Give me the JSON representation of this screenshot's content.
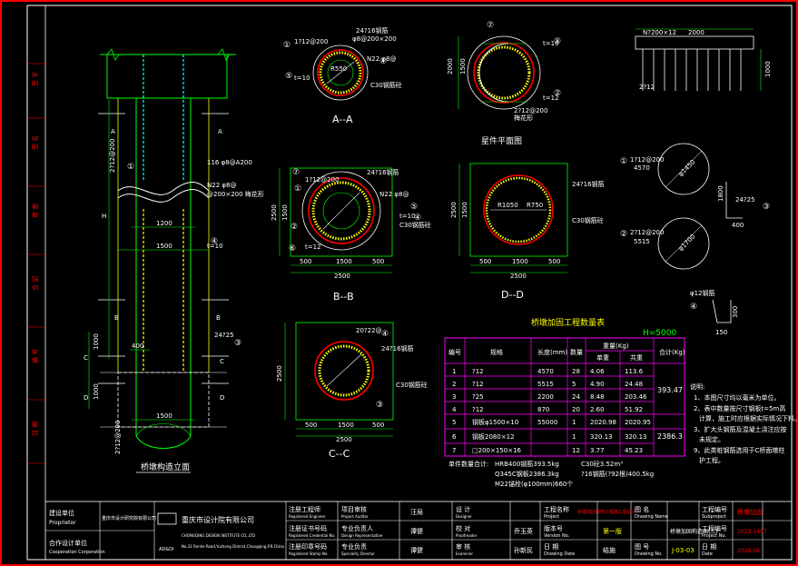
{
  "views": {
    "elevation_title": "桥墩构造立面",
    "aa_title": "A--A",
    "bb_title": "B--B",
    "cc_title": "C--C",
    "dd_title": "D--D",
    "member_plan_title": "星件平面图",
    "table_title": "桥墩加固工程数量表"
  },
  "elevation_labels": {
    "sec_a": "A",
    "sec_b": "B",
    "sec_c": "C",
    "sec_d": "D",
    "dim_h": "H",
    "dim_1200": "1200",
    "dim_1500": "1500",
    "dim_1500_bottom": "1500",
    "dim_400": "400",
    "dim_1000a": "1000",
    "dim_1000b": "1000",
    "note_rebar": "2?12@200",
    "note_116": "116 φ8@A200",
    "note_n22": "N22 φ8@",
    "note_200": "@200×200 梅花形",
    "note_t10": "t=10",
    "note_24125": "24?25",
    "note_bottom": "2?12@200",
    "marker_1": "①",
    "marker_3": "③",
    "marker_4": "④"
  },
  "aa_labels": {
    "rebar1": "1?12@200",
    "rebar2": "24?16钢筋",
    "rebar3": "φ8@200×200",
    "n22": "N22 φ8@",
    "t10": "t=10",
    "r550": "R550",
    "c30": "C30钢筋砼",
    "m1": "①",
    "m5": "⑤",
    "m4": "④",
    "m2": "②"
  },
  "bb_labels": {
    "rebar1": "1?12@200",
    "rebar2": "24?16钢筋",
    "n22": "N22 φ8@",
    "t10": "t=10",
    "c30": "C30钢筋砼",
    "t12": "t=12",
    "d500a": "500",
    "d1500": "1500",
    "d500b": "500",
    "d2500": "2500",
    "v500a": "500",
    "v1500": "1500",
    "v2500": "2500",
    "m7": "⑦",
    "m1": "①",
    "m5": "⑤",
    "m4": "④",
    "m2": "②",
    "m6": "⑥"
  },
  "cc_labels": {
    "rebar": "20?22@",
    "rebar2": "24?16钢筋",
    "c30": "C30钢筋砼",
    "d500a": "500",
    "d1500": "1500",
    "d500b": "500",
    "d2500": "2500",
    "v2500": "2500",
    "m4": "④",
    "m3": "③"
  },
  "dd_labels": {
    "r1050": "R1050",
    "r750": "R750",
    "rebar": "24?16钢筋",
    "c30": "C30钢筋砼",
    "d500a": "500",
    "d1500": "1500",
    "d500b": "500",
    "d2500": "2500",
    "v2500": "2500",
    "v1500": "1500"
  },
  "member_plan_labels": {
    "m7": "⑦",
    "m5": "⑤",
    "m1": "①",
    "m2": "②",
    "t10": "t=10",
    "t12": "t=12",
    "d2000": "2000",
    "d1500": "1500",
    "rebar": "2?12@200",
    "note": "梅花形"
  },
  "top_right_labels": {
    "rebar": "N?200×12",
    "d2000": "2000",
    "m2": "2?12",
    "d1000": "1000"
  },
  "ring_details": {
    "r1_label": "1?12@200",
    "r1_len": "4570",
    "r1_dia": "φ1450",
    "r1_marker": "①",
    "r2_label": "2?12@200",
    "r2_len": "5515",
    "r2_dia": "φ1700",
    "r2_marker": "②",
    "rebar3": "24?25",
    "rebar3_len": "1800",
    "rebar3_w": "400",
    "m3": "③",
    "hook_note": "φ12钢筋",
    "hook_d1": "150",
    "hook_d2": "150",
    "hook_d3": "300",
    "hook_marker": "④"
  },
  "table": {
    "h_label": "H=5000",
    "headers": [
      "编号",
      "规格",
      "长度(mm)",
      "数量",
      "重量(Kg)",
      "",
      "合计(Kg)"
    ],
    "sub_headers": [
      "单重",
      "共重"
    ],
    "rows": [
      {
        "no": "1",
        "spec": "?12",
        "len": "4570",
        "qty": "28",
        "unit": "4.06",
        "total": "113.6"
      },
      {
        "no": "2",
        "spec": "?12",
        "len": "5515",
        "qty": "5",
        "unit": "4.90",
        "total": "24.48"
      },
      {
        "no": "3",
        "spec": "?25",
        "len": "2200",
        "qty": "24",
        "unit": "8.48",
        "total": "203.46"
      },
      {
        "no": "4",
        "spec": "?12",
        "len": "870",
        "qty": "20",
        "unit": "2.60",
        "total": "51.92"
      },
      {
        "no": "5",
        "spec": "钢板φ1500×10",
        "len": "55000",
        "qty": "1",
        "unit": "2020.98",
        "total": "2020.95"
      },
      {
        "no": "6",
        "spec": "钢板2080×12",
        "len": "",
        "qty": "1",
        "unit": "320.13",
        "total": "320.13"
      },
      {
        "no": "7",
        "spec": "□200×150×16",
        "len": "",
        "qty": "12",
        "unit": "3.77",
        "total": "45.23"
      }
    ],
    "sum1": "393.47",
    "sum2": "2386.3",
    "sum_label": "单件数量合计:",
    "sum_lines": [
      "HRB400钢筋393.5kg",
      "C30砼3.52m³",
      "Q345C钢板2386.3kg",
      "?16钢筋(?92根)400.5kg",
      "M22锚栓(φ100mm)660个"
    ]
  },
  "notes": {
    "title": "说明:",
    "lines": [
      "1、本图尺寸均以毫米为单位。",
      "2、表中数量按尺寸钢板t=5m高",
      "计算，施工时应根据实际情况下料。",
      "3、扩大头钢筋及混凝土浇注应按",
      "未规定。",
      "9、此类桩钢筋选用于C桥面墩柱",
      "护工程。"
    ]
  },
  "titleblock": {
    "c1_l1": "建设单位",
    "c1_l1e": "Proprietor",
    "c1_l2": "合作设计单位",
    "c1_l2e": "Cooperation Corporation",
    "c1_val1": "重庆市设计研究院有限公司",
    "company": "重庆市设计院有限公司",
    "company_en": "CHONGQING DESIGN INSTITUTE CO.,LTD",
    "company_addr": "No.31 Renhe Road,Yuzhong District,Chongqing,P.R.China",
    "logo_text": "AD&DI",
    "r1_a": "注册工程师",
    "r1_ae": "Registered Engineer",
    "r2_a": "注册证书号码",
    "r2_ae": "Registered Credential No.",
    "r3_a": "注册印章号码",
    "r3_ae": "Registered Stamp No.",
    "p1": "项目审核",
    "p1e": "Project Auditor",
    "p2": "专业负责人",
    "p2e": "Design Representative",
    "p3": "专业负责",
    "p3e": "Speciality Director",
    "s1": "汪局",
    "s2": "谭健",
    "s3": "谭健",
    "q1": "设  计",
    "q1e": "Designer",
    "q2": "校  对",
    "q2e": "Proofreader",
    "q3": "审  核",
    "q3e": "Examiner",
    "n1": "",
    "n2": "乔玉英",
    "n3": "孙新民",
    "w1": "工程名称",
    "w1e": "Project",
    "w2": "版本号",
    "w2e": "Version No.",
    "w3": "日  期",
    "w3e": "Drawing Date",
    "project_name": "桥墩加固维修工程施工图设计",
    "version": "第一版",
    "date_note": "结施",
    "x1": "图  名",
    "x1e": "Drawing Name",
    "x2": "图  号",
    "x2e": "Drawing No.",
    "drawing_name": "桥墩加固构造图(二)",
    "drawing_no": "J-03-03",
    "y1": "工程编号",
    "y1e": "Subproject",
    "y2": "工程编号",
    "y2e": "Project No.",
    "y3": "日  期",
    "y3e": "Date",
    "z1": "桥墩加固",
    "z2": "2023-1407",
    "z3": "2020.09"
  },
  "side_labels": [
    "签  字",
    "签  名",
    "审  查",
    "合  记",
    "编  号",
    "日  期"
  ],
  "colors": {
    "border": "#ff0000",
    "frame": "#ffffff",
    "green": "#00ff00",
    "yellow": "#ffff00",
    "cyan": "#00ffff",
    "magenta": "#ff00ff",
    "red": "#ff0000",
    "white": "#ffffff",
    "table_border": "#ff00ff"
  }
}
